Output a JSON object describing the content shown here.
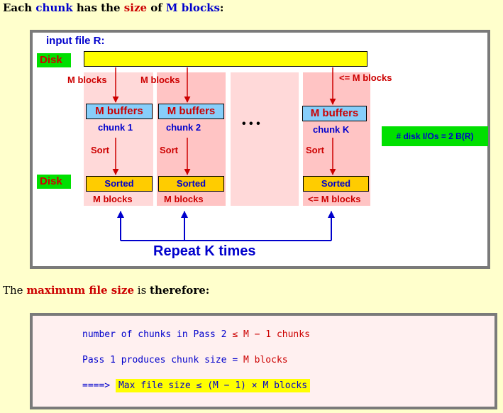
{
  "heading": {
    "p1": "Each ",
    "chunk": "chunk",
    "p2": " has the ",
    "size": "size",
    "p3": " of ",
    "mblocks": "M blocks",
    "p4": ":"
  },
  "diagram": {
    "input_file_label": "input file R:",
    "disk_label": "Disk",
    "columns": [
      {
        "in_label": "M blocks",
        "buffer": "M buffers",
        "chunk": "chunk 1",
        "sort": "Sort",
        "sorted": "Sorted",
        "out_label": "M blocks"
      },
      {
        "in_label": "M blocks",
        "buffer": "M buffers",
        "chunk": "chunk 2",
        "sort": "Sort",
        "sorted": "Sorted",
        "out_label": "M blocks"
      },
      {
        "in_label": "<= M blocks",
        "buffer": "M buffers",
        "chunk": "chunk K",
        "sort": "Sort",
        "sorted": "Sorted",
        "out_label": "<= M blocks"
      }
    ],
    "ellipsis": "• • •",
    "io_note": "# disk I/Os = 2 B(R)",
    "repeat": "Repeat  K  times"
  },
  "therefore": {
    "p1": "The ",
    "max": "maximum file size",
    "p2": " is ",
    "therefore": "therefore:"
  },
  "code": {
    "line1_a": "number of chunks in Pass 2 ",
    "line1_le": "≤",
    "line1_b": " M − 1 chunks",
    "line2_a": "Pass 1 produces chunk size = ",
    "line2_b": "M blocks",
    "line3_arrow": "====>",
    "line3_hl": "Max file size  ≤ (M − 1) × M blocks"
  },
  "colors": {
    "blue": "#0000cc",
    "red": "#cc0000",
    "green": "#00e000",
    "yellow": "#ffff00",
    "page_bg": "#ffffcc"
  }
}
